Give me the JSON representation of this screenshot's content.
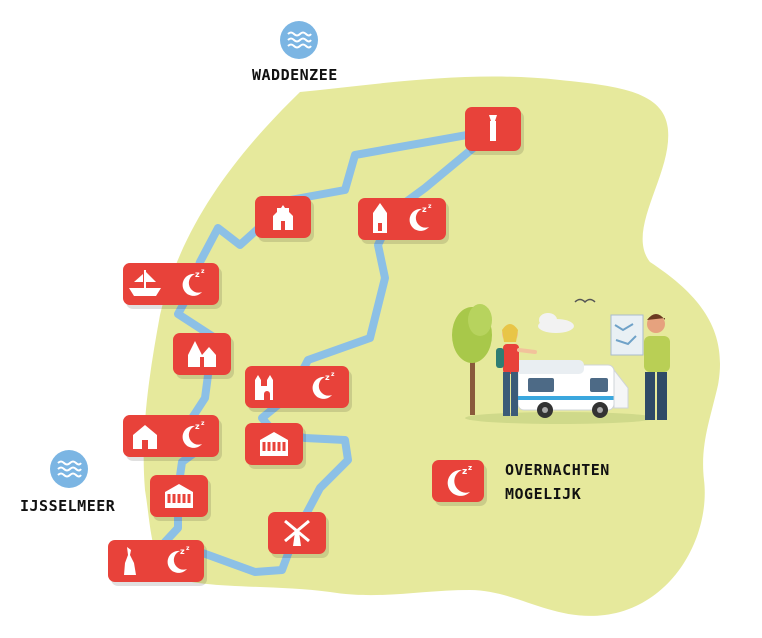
{
  "labels": {
    "waddenzee": "WADDENZEE",
    "ijsselmeer": "IJSSELMEER"
  },
  "legend": {
    "line1": "OVERNACHTEN",
    "line2": "MOGELIJK",
    "icon": "sleep-moon-icon"
  },
  "colors": {
    "land": "#e6e99c",
    "route": "#8cc0e6",
    "badge": "#e8423a",
    "water_icon": "#7bb5e3",
    "text": "#111111"
  },
  "stops": [
    {
      "id": "tower",
      "icon": "tower-icon",
      "overnight": false
    },
    {
      "id": "church-tower",
      "icon": "church-tower-icon",
      "overnight": true
    },
    {
      "id": "gable-house",
      "icon": "gable-house-icon",
      "overnight": false
    },
    {
      "id": "ship",
      "icon": "ship-icon",
      "overnight": true
    },
    {
      "id": "church",
      "icon": "church-icon",
      "overnight": false
    },
    {
      "id": "city-gate",
      "icon": "city-gate-icon",
      "overnight": true
    },
    {
      "id": "house",
      "icon": "house-icon",
      "overnight": true
    },
    {
      "id": "town-hall",
      "icon": "town-hall-icon",
      "overnight": false
    },
    {
      "id": "palace",
      "icon": "palace-icon",
      "overnight": false
    },
    {
      "id": "windmill",
      "icon": "windmill-icon",
      "overnight": false
    },
    {
      "id": "statue",
      "icon": "statue-icon",
      "overnight": true
    }
  ]
}
